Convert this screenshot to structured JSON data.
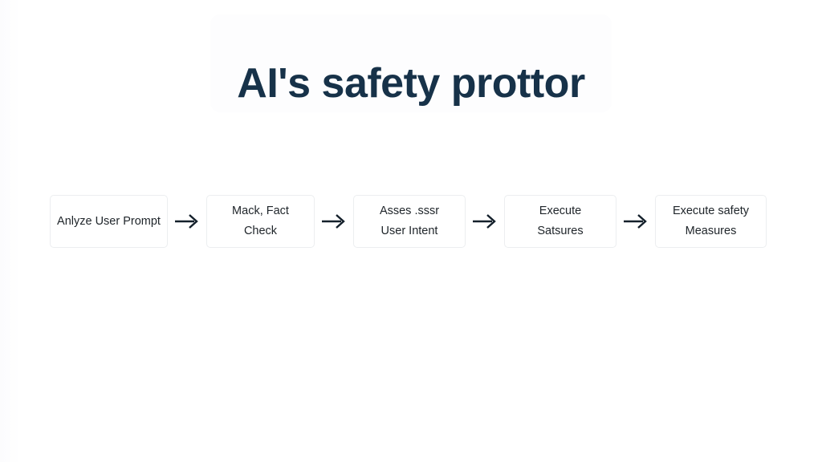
{
  "page": {
    "title": "AI's safety prottor",
    "background_color": "#ffffff",
    "title_color": "#173249"
  },
  "flow": {
    "box_border_color": "#eceef0",
    "box_text_color": "#20262b",
    "arrow_color": "#14202b",
    "arrow_icon_name": "arrow-right-icon",
    "steps": [
      {
        "lines": [
          "Anlyze User Prompt"
        ]
      },
      {
        "lines": [
          "Mack, Fact",
          "Check"
        ]
      },
      {
        "lines": [
          "Asses .sssr",
          "User Intent"
        ]
      },
      {
        "lines": [
          "Execute",
          "Satsures"
        ]
      },
      {
        "lines": [
          "Execute safety",
          "Measures"
        ]
      }
    ],
    "arrows": [
      "→",
      "→",
      "→",
      "→"
    ]
  }
}
